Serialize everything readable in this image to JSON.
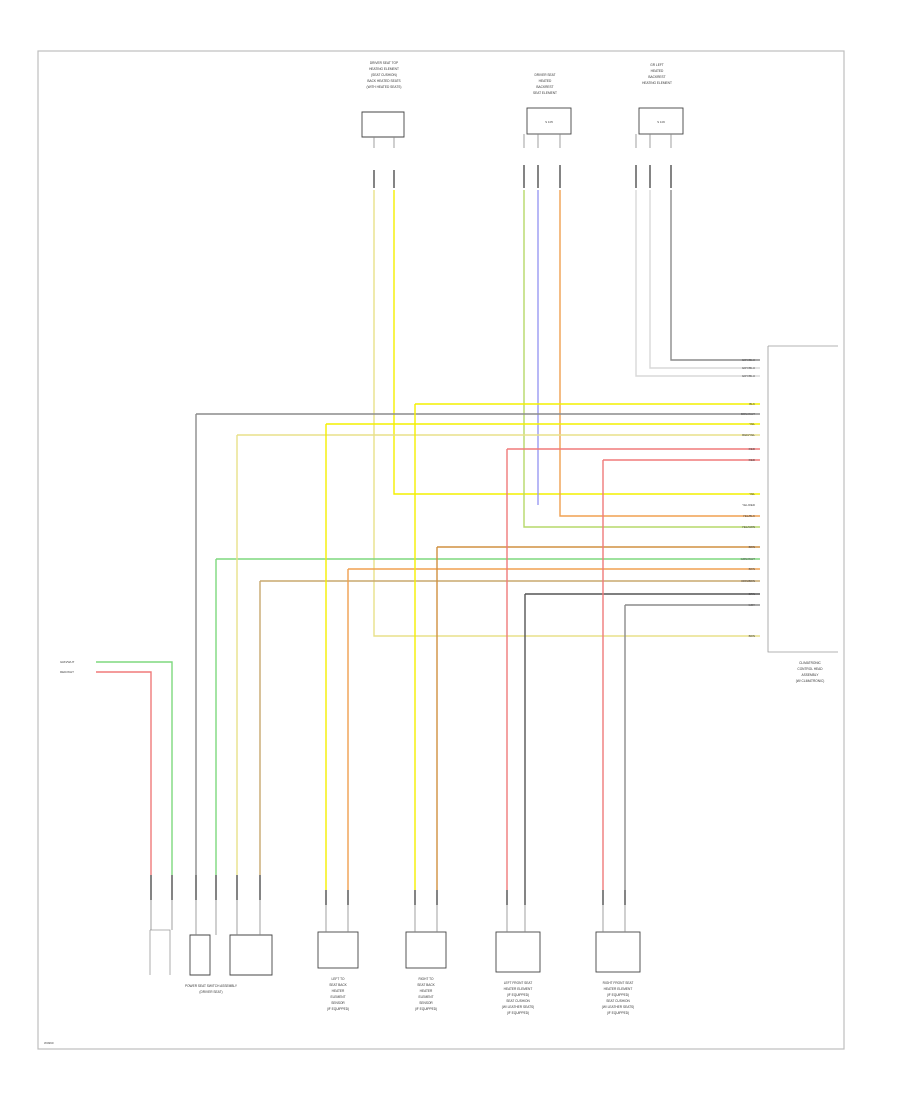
{
  "colors": {
    "yellow": "#f4f000",
    "pale_yellow": "#e8e08a",
    "green": "#7ed87e",
    "blue": "#9a9af2",
    "orange": "#f0a050",
    "red": "#f07a7a",
    "gray": "#8c8c8c",
    "dark_gray": "#555555",
    "white_wire": "#d8d8d8",
    "tan": "#c8a86e",
    "brown_orange": "#d09040",
    "frame": "#bdbdbd"
  },
  "diagram": {
    "top_components": [
      {
        "name": "driver-seat-heating-element",
        "lines": [
          "DRIVER SEAT TOP",
          "HEATING ELEMENT",
          "(SEAT CUSHION)",
          "BACK HEATED SEATS",
          "(WITH HEATED SEATS)"
        ]
      },
      {
        "name": "driver-seat-sensor",
        "lines": [
          "DRIVER SEAT",
          "HEATED",
          "BACKREST",
          "SEAT ELEMENT"
        ],
        "box_text": "S 105"
      },
      {
        "name": "heated-backrest",
        "lines": [
          "GR LEFT",
          "HEATED",
          "BACKREST",
          "HEATING ELEMENT"
        ],
        "box_text": "S 106"
      }
    ],
    "control_module": {
      "lines": [
        "CLIMATRONIC",
        "CONTROL HEAD",
        "ASSEMBLY",
        "(W/ CLIMATRONIC)"
      ],
      "pin_labels": [
        "GRY/BLU",
        "GRY/BLU",
        "GRY/BLU",
        "BLK",
        "BRN/WHT",
        "YEL",
        "RED/YEL",
        "RED",
        "RED",
        "YEL",
        "YEL/RED",
        "YEL/BLK",
        "YEL/GRN",
        "BRN",
        "GRN/WHT",
        "BRN",
        "ORN/BRN",
        "BRN",
        "GRY",
        "BRN"
      ]
    },
    "left_connectors": [
      "GRN/WHT",
      "RED/WHT"
    ],
    "bottom_components": [
      {
        "name": "power-seat-switch",
        "lines": [
          "POWER SEAT SWITCH ASSEMBLY",
          "(DRIVER SEAT)"
        ]
      },
      {
        "name": "left-seat-temp-sensor",
        "lines": [
          "LEFT TO",
          "SEAT BACK",
          "HEATER",
          "ELEMENT",
          "SENSOR",
          "(IF EQUIPPED)"
        ]
      },
      {
        "name": "right-seat-temp-sensor",
        "lines": [
          "RIGHT TO",
          "SEAT BACK",
          "HEATER",
          "ELEMENT",
          "SENSOR",
          "(IF EQUIPPED)"
        ]
      },
      {
        "name": "left-front-seat-heater",
        "lines": [
          "LEFT FRONT SEAT",
          "HEATER ELEMENT",
          "(IF EQUIPPED)",
          "SEAT CUSHION",
          "(W/ LEATHER SEATS)",
          "(IF EQUIPPED)"
        ]
      },
      {
        "name": "right-front-seat-heater",
        "lines": [
          "RIGHT FRONT SEAT",
          "HEATER ELEMENT",
          "(IF EQUIPPED)",
          "SEAT CUSHION",
          "(W/ LEATHER SEATS)",
          "(IF EQUIPPED)"
        ]
      }
    ],
    "footer_code": "W4990"
  }
}
